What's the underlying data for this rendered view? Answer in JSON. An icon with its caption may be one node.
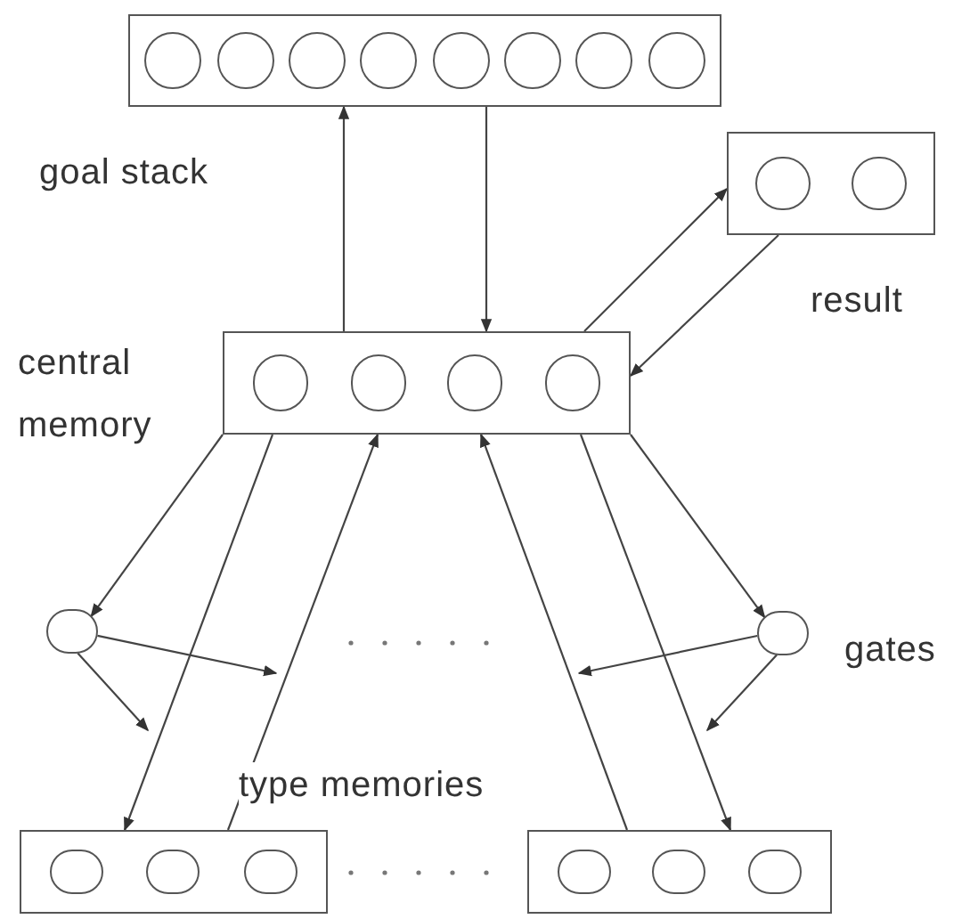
{
  "diagram": {
    "nodes": [
      {
        "text": [],
        "shape": "box",
        "beside": [
          "goal stack"
        ]
      },
      {
        "text": [],
        "shape": "box",
        "beside": [
          "result"
        ]
      },
      {
        "text": [],
        "shape": "box",
        "beside": [
          "central memory"
        ]
      },
      {
        "text": [],
        "shape": "circle"
      },
      {
        "text": [],
        "shape": "circle",
        "beside": [
          "gates"
        ]
      },
      {
        "text": [],
        "shape": "box"
      },
      {
        "text": [],
        "shape": "box"
      }
    ],
    "edges": [
      {
        "from": 2,
        "to": 0,
        "arrow": "to"
      },
      {
        "from": 0,
        "to": 2,
        "arrow": "to"
      },
      {
        "from": 2,
        "to": 1,
        "arrow": "to"
      },
      {
        "from": 1,
        "to": 2,
        "arrow": "to"
      },
      {
        "from": 2,
        "to": 3,
        "arrow": "to"
      },
      {
        "from": 2,
        "to": 5,
        "arrow": "to"
      },
      {
        "from": 5,
        "to": 2,
        "arrow": "to"
      },
      {
        "from": 6,
        "to": 2,
        "arrow": "to"
      },
      {
        "from": 2,
        "to": 6,
        "arrow": "to"
      },
      {
        "from": 2,
        "to": 4,
        "arrow": "to"
      },
      {
        "from": 3,
        "to": null,
        "arrow": "to"
      },
      {
        "from": 3,
        "to": null,
        "arrow": "to"
      },
      {
        "from": 4,
        "to": null,
        "arrow": "to"
      },
      {
        "from": 4,
        "to": null,
        "arrow": "to"
      }
    ],
    "labels": [
      "type memories"
    ]
  }
}
